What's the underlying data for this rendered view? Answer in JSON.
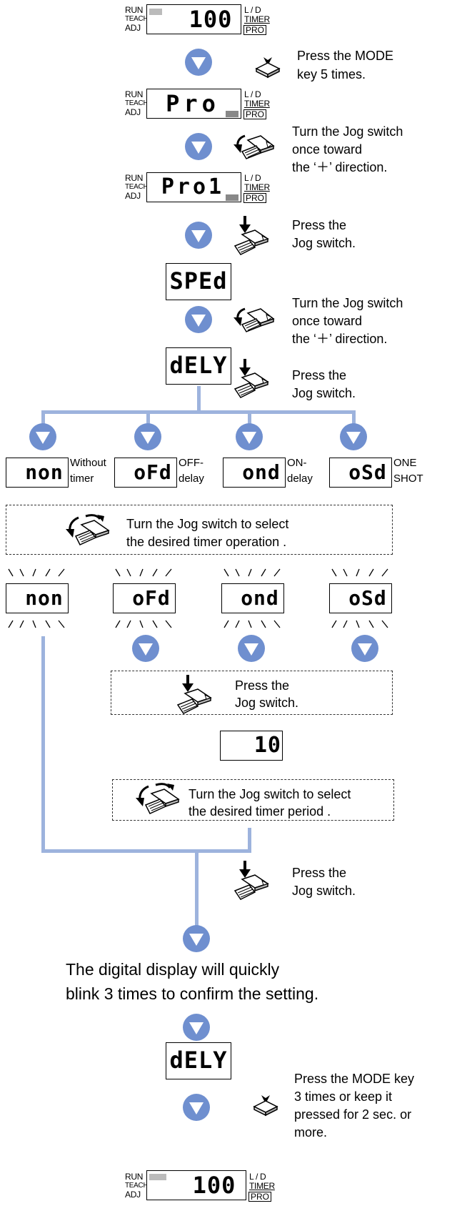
{
  "indicator_labels": {
    "run": "RUN",
    "teach": "TEACH",
    "adj": "ADJ",
    "ld": "L / D",
    "timer": "TIMER",
    "pro": "PRO"
  },
  "displays": {
    "d1": "100",
    "d2": "Pro",
    "d3": "Pro1",
    "d4": "SPEd",
    "d5": "dELY",
    "non": "non",
    "ofd": "oFd",
    "ond": "ond",
    "osd": "oSd",
    "period": "10",
    "d_final_dely": "dELY",
    "d_final": "100"
  },
  "steps": {
    "s1_line1": "Press the MODE",
    "s1_line2": "key 5 times.",
    "s2_line1": "Turn the Jog switch",
    "s2_line2": "once toward",
    "s2_line3": "the ‘＋’ direction.",
    "s3_line1": "Press the",
    "s3_line2": "Jog switch.",
    "s4_line1": "Turn the Jog switch",
    "s4_line2": "once toward",
    "s4_line3": "the ‘＋’ direction.",
    "s5_line1": "Press the",
    "s5_line2": "Jog switch."
  },
  "options": {
    "non_l1": "Without",
    "non_l2": "timer",
    "ofd_l1": "OFF-",
    "ofd_l2": "delay",
    "ond_l1": "ON-",
    "ond_l2": "delay",
    "osd_l1": "ONE",
    "osd_l2": "SHOT"
  },
  "boxes": {
    "select_op_l1": "Turn the Jog switch to select",
    "select_op_l2": "the desired timer operation .",
    "press_jog_l1": "Press the",
    "press_jog_l2": "Jog switch.",
    "select_period_l1": "Turn the Jog switch to select",
    "select_period_l2": "the desired timer period ."
  },
  "final": {
    "press_l1": "Press the",
    "press_l2": "Jog switch.",
    "blink_l1": "The digital display will quickly",
    "blink_l2": "blink 3 times to confirm the setting.",
    "mode_l1": "Press the MODE key",
    "mode_l2": "3 times or keep it",
    "mode_l3": "pressed for 2 sec. or",
    "mode_l4": "more."
  }
}
